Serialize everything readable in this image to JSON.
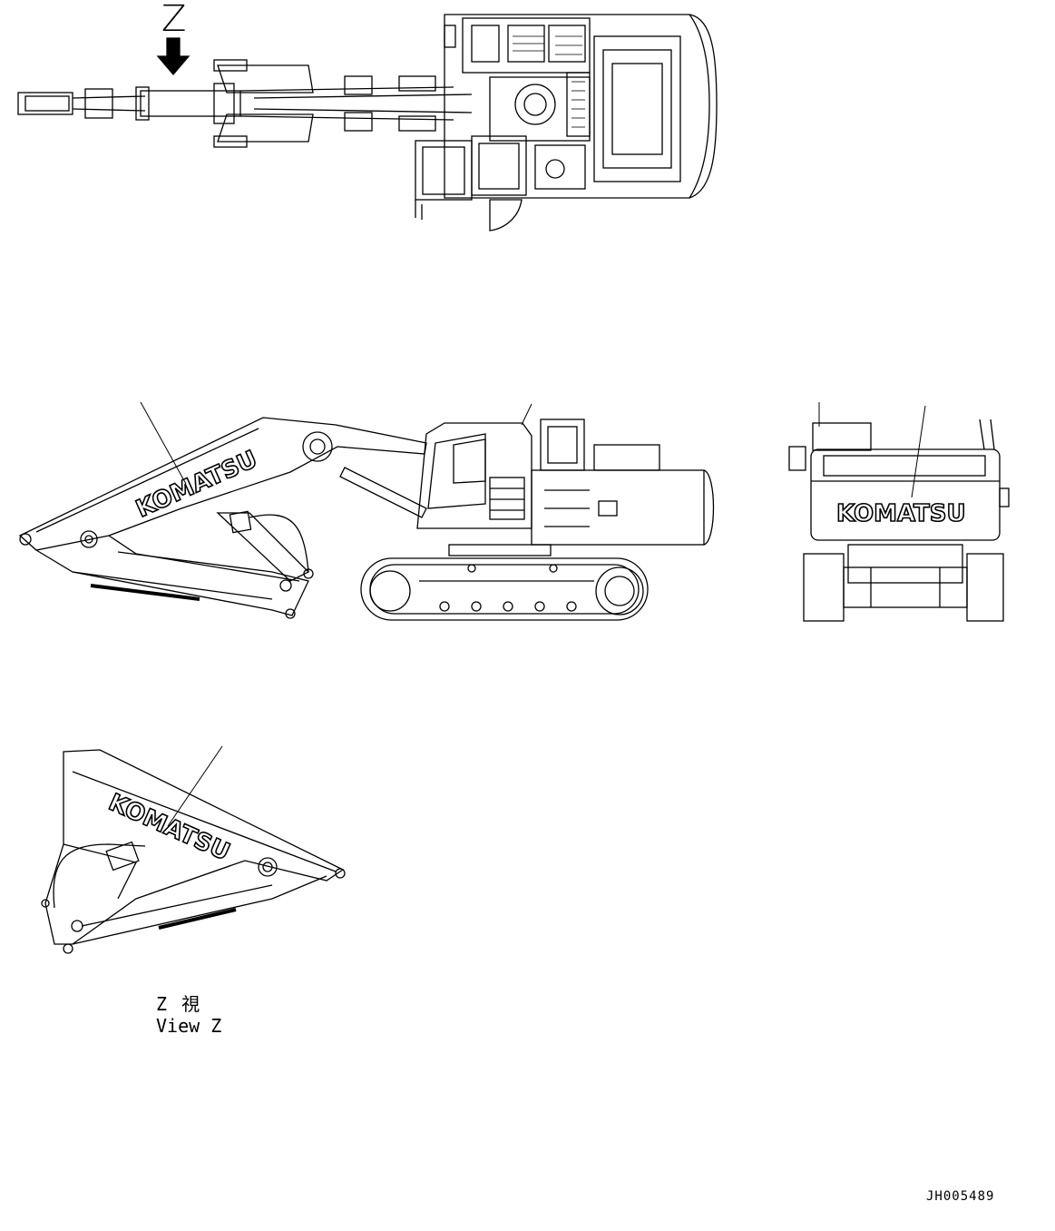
{
  "view_arrow": {
    "letter": "Z"
  },
  "view_caption": {
    "japanese": "Z 視",
    "english": "View Z"
  },
  "logo_text": "KOMATSU",
  "drawing_number": "JH005489"
}
